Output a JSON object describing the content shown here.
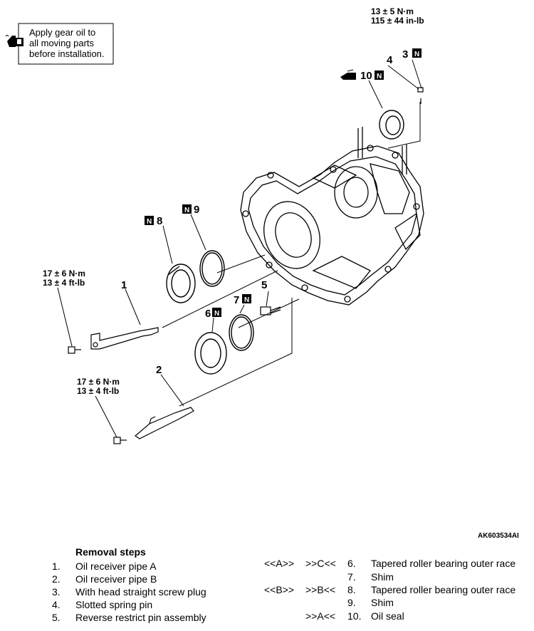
{
  "note": {
    "line1": "Apply gear oil to",
    "line2": "all moving parts",
    "line3": "before installation.",
    "icon": "oil-can-icon"
  },
  "torque": {
    "plug_nm": "13 ± 5 N·m",
    "plug_inlb": "115 ± 44 in-lb",
    "bolt1_nm": "17 ± 6 N·m",
    "bolt1_ftlb": "13 ± 4 ft-lb",
    "bolt2_nm": "17 ± 6 N·m",
    "bolt2_ftlb": "13 ± 4 ft-lb"
  },
  "callouts": {
    "c1": "1",
    "c2": "2",
    "c3": "3",
    "c4": "4",
    "c5": "5",
    "c6": "6",
    "c7": "7",
    "c8": "8",
    "c9": "9",
    "c10": "10",
    "n": "N"
  },
  "figure_id": "AK603534AI",
  "removal": {
    "title": "Removal steps",
    "left": [
      {
        "n": "1.",
        "t": "Oil receiver pipe A"
      },
      {
        "n": "2.",
        "t": "Oil receiver pipe B"
      },
      {
        "n": "3.",
        "t": "With head straight screw plug"
      },
      {
        "n": "4.",
        "t": "Slotted spring pin"
      },
      {
        "n": "5.",
        "t": "Reverse restrict pin assembly"
      }
    ],
    "right": [
      {
        "n": "6.",
        "t": "Tapered roller bearing outer race"
      },
      {
        "n": "7.",
        "t": "Shim"
      },
      {
        "n": "8.",
        "t": "Tapered roller bearing outer race"
      },
      {
        "n": "9.",
        "t": "Shim"
      },
      {
        "n": "10.",
        "t": "Oil seal"
      }
    ],
    "codes": {
      "a_left": "<<A>>",
      "c_right": ">>C<<",
      "b_left": "<<B>>",
      "b_right": ">>B<<",
      "a_right": ">>A<<"
    }
  }
}
